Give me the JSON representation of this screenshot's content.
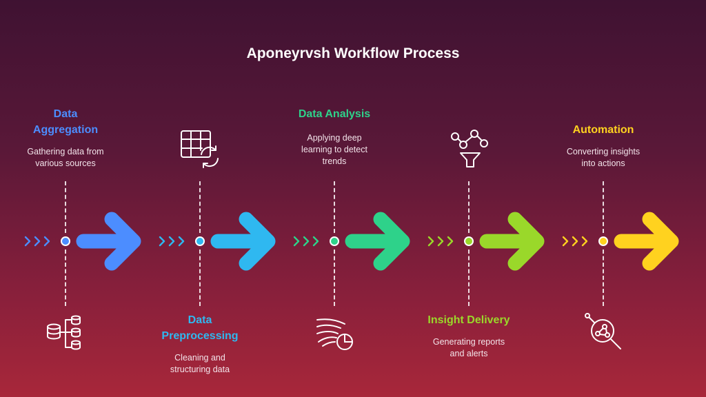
{
  "title": "Aponeyrvsh Workflow Process",
  "steps": [
    {
      "heading_line1": "Data",
      "heading_line2": "Aggregation",
      "desc_line1": "Gathering data from",
      "desc_line2": "various sources",
      "color": "#4c8dff",
      "icon": "database-network-icon"
    },
    {
      "heading_line1": "Data",
      "heading_line2": "Preprocessing",
      "desc_line1": "Cleaning and",
      "desc_line2": "structuring data",
      "color": "#2fb8f0",
      "icon": "table-refresh-icon"
    },
    {
      "heading_line1": "Data Analysis",
      "desc_line1": "Applying deep",
      "desc_line2": "learning to detect",
      "desc_line3": "trends",
      "color": "#2ed28a",
      "icon": "wind-chart-icon"
    },
    {
      "heading_line1": "Insight Delivery",
      "desc_line1": "Generating reports",
      "desc_line2": "and alerts",
      "color": "#9ad82a",
      "icon": "funnel-network-icon"
    },
    {
      "heading_line1": "Automation",
      "desc_line1": "Converting insights",
      "desc_line2": "into actions",
      "color": "#ffd21f",
      "icon": "magnifier-network-icon"
    }
  ]
}
